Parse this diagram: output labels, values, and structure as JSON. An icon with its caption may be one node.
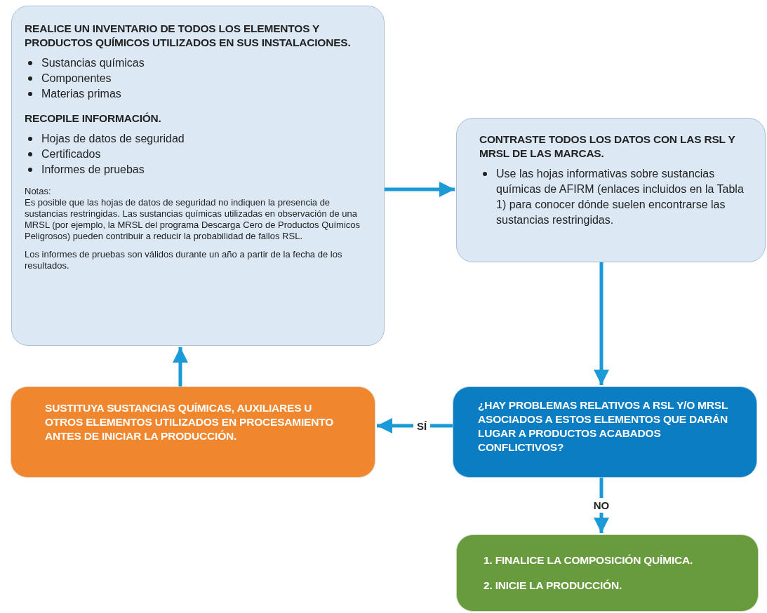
{
  "diagram": {
    "nodes": [
      {
        "text": [
          "REALICE UN INVENTARIO DE TODOS LOS ELEMENTOS Y PRODUCTOS QUÍMICOS UTILIZADOS EN SUS INSTALACIONES.",
          "Sustancias químicas",
          "Componentes",
          "Materias primas",
          "RECOPILE INFORMACIÓN.",
          "Hojas de datos de seguridad",
          "Certificados",
          "Informes de pruebas",
          "Notas:",
          "Es posible que las hojas de datos de seguridad no indiquen la presencia de sustancias restringidas. Las sustancias químicas utilizadas en observación de una MRSL (por ejemplo, la MRSL del programa Descarga Cero de Productos Químicos Peligrosos) pueden contribuir a reducir la probabilidad de fallos RSL.",
          "Los informes de pruebas son válidos durante un año a partir de la fecha de los resultados."
        ]
      },
      {
        "text": [
          "CONTRASTE TODOS LOS DATOS CON LAS RSL Y MRSL DE LAS MARCAS.",
          "Use las hojas informativas sobre sustancias químicas de AFIRM (enlaces incluidos en la Tabla 1) para conocer dónde suelen encontrarse las sustancias restringidas."
        ]
      },
      {
        "text": [
          "SUSTITUYA SUSTANCIAS QUÍMICAS, AUXILIARES U OTROS ELEMENTOS UTILIZADOS EN PROCESAMIENTO ANTES DE INICIAR LA PRODUCCIÓN."
        ]
      },
      {
        "text": [
          "¿HAY PROBLEMAS RELATIVOS A RSL Y/O MRSL ASOCIADOS A ESTOS ELEMENTOS QUE DARÁN LUGAR A PRODUCTOS ACABADOS CONFLICTIVOS?"
        ]
      },
      {
        "text": [
          "1. FINALICE LA COMPOSICIÓN QUÍMICA.",
          "2. INICIE LA PRODUCCIÓN."
        ]
      }
    ],
    "edges": [
      {
        "from": 0,
        "to": 1,
        "arrow": "to"
      },
      {
        "from": 1,
        "to": 3,
        "arrow": "to"
      },
      {
        "from": 3,
        "to": 2,
        "arrow": "to",
        "label": "SÍ"
      },
      {
        "from": 2,
        "to": 0,
        "arrow": "to"
      },
      {
        "from": 3,
        "to": 4,
        "arrow": "to",
        "label": "NO"
      }
    ]
  }
}
